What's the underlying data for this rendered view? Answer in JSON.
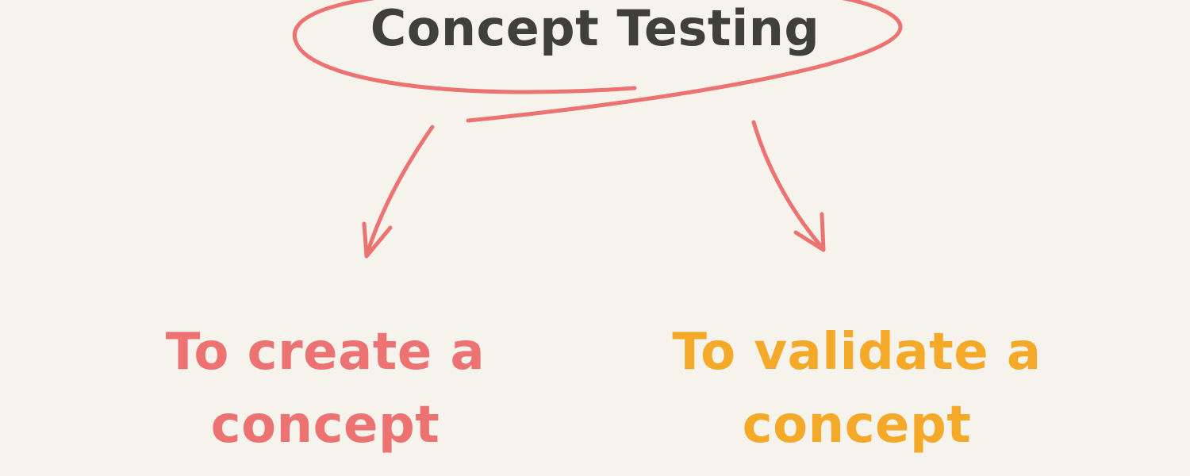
{
  "title": "Concept Testing",
  "branches": [
    {
      "line1": "To create a",
      "line2": "concept"
    },
    {
      "line1": "To validate a",
      "line2": "concept"
    }
  ],
  "colors": {
    "background": "#f5f3ec",
    "title_text": "#3f4039",
    "sketch_stroke": "#ec7372",
    "create_text": "#ec7372",
    "validate_text": "#f4aa28"
  }
}
